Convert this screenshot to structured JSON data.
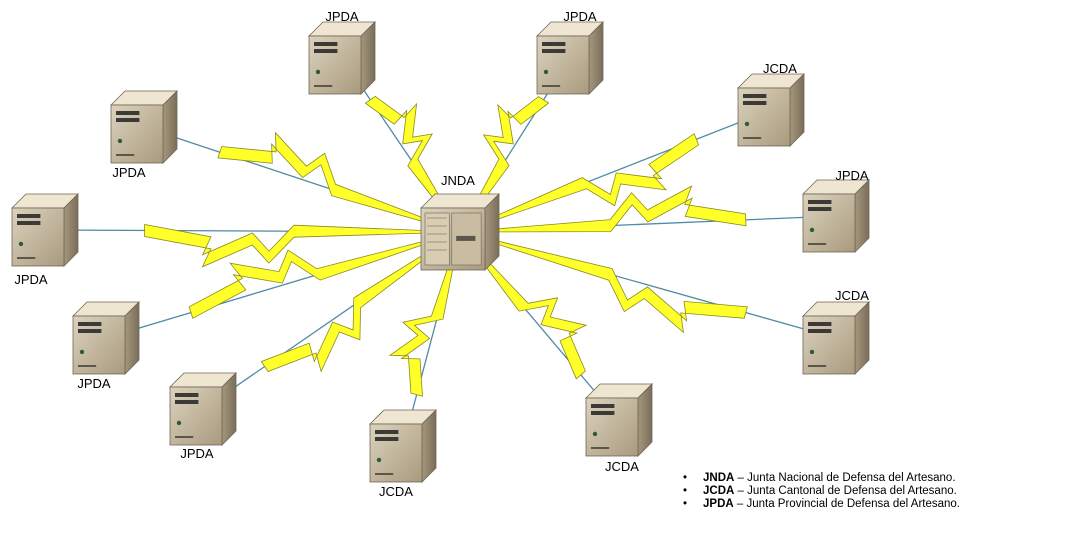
{
  "hub": {
    "label": "JNDA"
  },
  "nodes": [
    {
      "label": "JPDA"
    },
    {
      "label": "JPDA"
    },
    {
      "label": "JCDA"
    },
    {
      "label": "JPDA"
    },
    {
      "label": "JCDA"
    },
    {
      "label": "JCDA"
    },
    {
      "label": "JCDA"
    },
    {
      "label": "JPDA"
    },
    {
      "label": "JPDA"
    },
    {
      "label": "JPDA"
    },
    {
      "label": "JPDA"
    }
  ],
  "legend": [
    {
      "abbr": "JNDA",
      "sep": " – ",
      "text": "Junta Nacional de Defensa del Artesano."
    },
    {
      "abbr": "JCDA",
      "sep": " – ",
      "text": "Junta Cantonal de Defensa del Artesano."
    },
    {
      "abbr": "JPDA",
      "sep": " – ",
      "text": "Junta Provincial de Defensa del Artesano."
    }
  ],
  "colors": {
    "bolt_fill": "#ffff2a",
    "bolt_stroke": "#8a8a20",
    "link_line": "#4f8aa6",
    "server_front": "#b7a88c",
    "server_side": "#8f826b",
    "server_top": "#efe6d2"
  },
  "icons": {
    "node": "server-tower-icon",
    "hub": "server-rack-icon"
  }
}
